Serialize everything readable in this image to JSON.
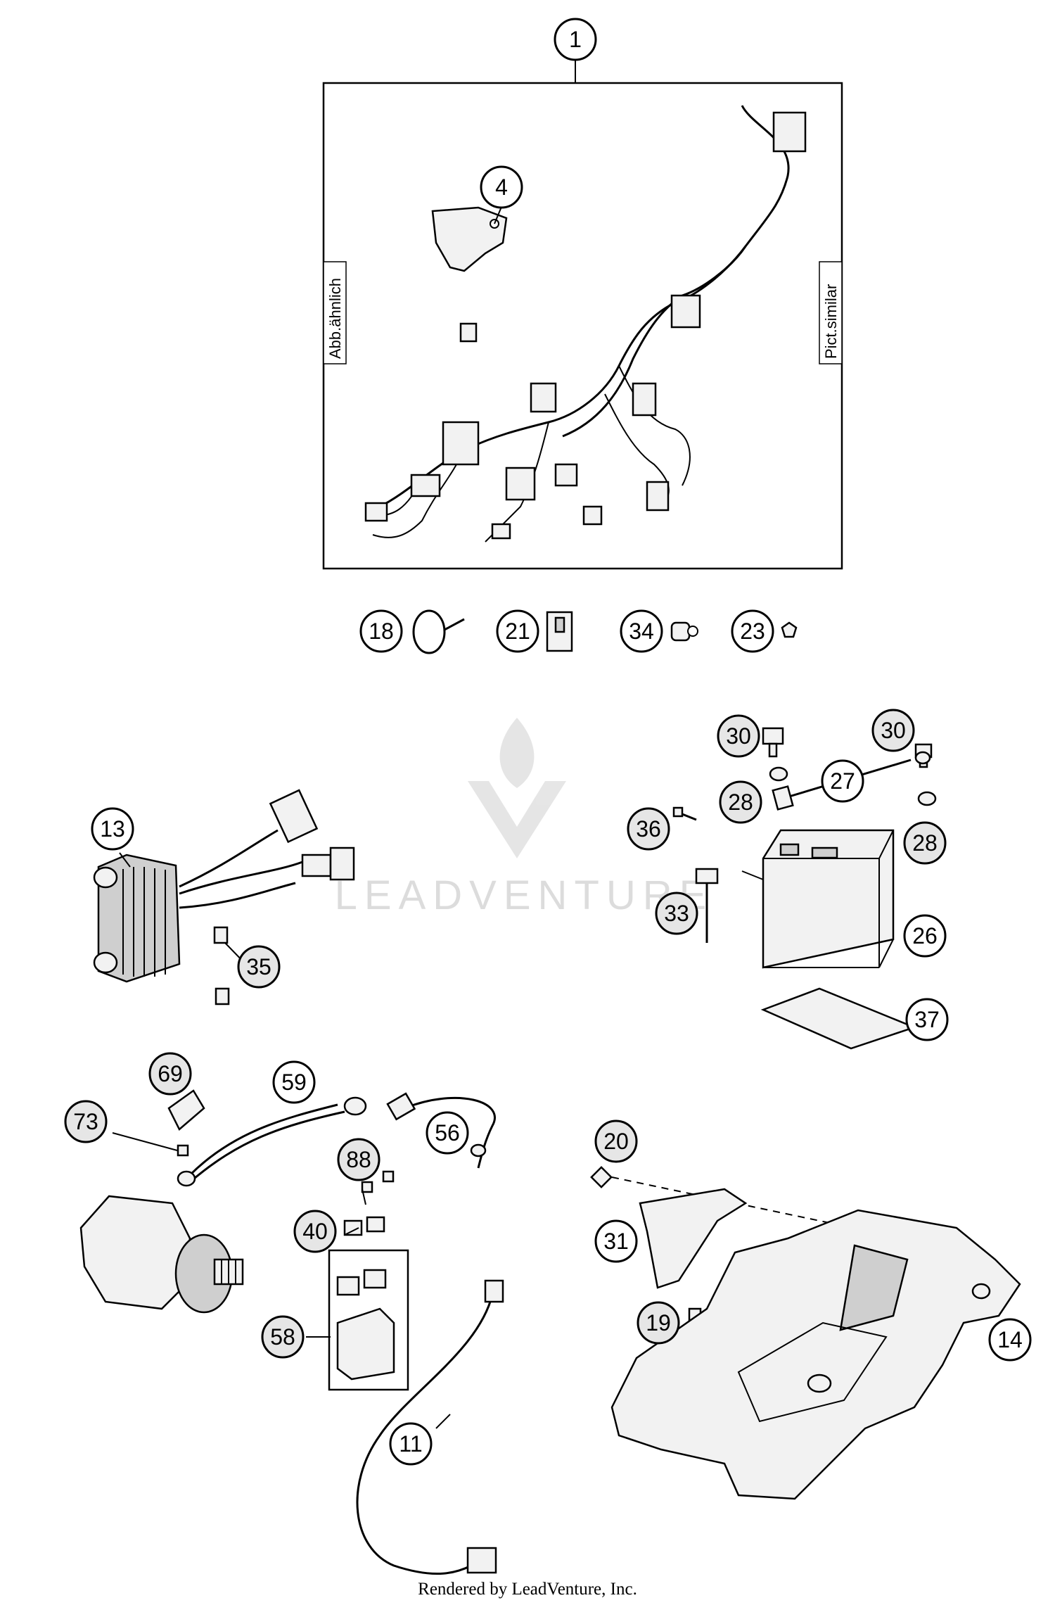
{
  "watermark": {
    "text": "LEADVENTURE"
  },
  "frame": {
    "left_label": "Abb.ähnlich",
    "right_label": "Pict.similar"
  },
  "footer": {
    "text": "Rendered by LeadVenture, Inc."
  },
  "callouts": [
    {
      "label": "1",
      "style": "plain"
    },
    {
      "label": "4",
      "style": "plain"
    },
    {
      "label": "18",
      "style": "plain"
    },
    {
      "label": "21",
      "style": "plain"
    },
    {
      "label": "34",
      "style": "plain"
    },
    {
      "label": "23",
      "style": "plain"
    },
    {
      "label": "30",
      "style": "shaded"
    },
    {
      "label": "30",
      "style": "shaded"
    },
    {
      "label": "27",
      "style": "plain"
    },
    {
      "label": "28",
      "style": "shaded"
    },
    {
      "label": "28",
      "style": "shaded"
    },
    {
      "label": "36",
      "style": "shaded"
    },
    {
      "label": "13",
      "style": "plain"
    },
    {
      "label": "33",
      "style": "shaded"
    },
    {
      "label": "26",
      "style": "plain"
    },
    {
      "label": "35",
      "style": "shaded"
    },
    {
      "label": "37",
      "style": "plain"
    },
    {
      "label": "69",
      "style": "shaded"
    },
    {
      "label": "59",
      "style": "plain"
    },
    {
      "label": "73",
      "style": "shaded"
    },
    {
      "label": "56",
      "style": "plain"
    },
    {
      "label": "88",
      "style": "shaded"
    },
    {
      "label": "20",
      "style": "shaded"
    },
    {
      "label": "40",
      "style": "shaded"
    },
    {
      "label": "31",
      "style": "plain"
    },
    {
      "label": "58",
      "style": "shaded"
    },
    {
      "label": "19",
      "style": "shaded"
    },
    {
      "label": "14",
      "style": "plain"
    },
    {
      "label": "11",
      "style": "plain"
    }
  ]
}
